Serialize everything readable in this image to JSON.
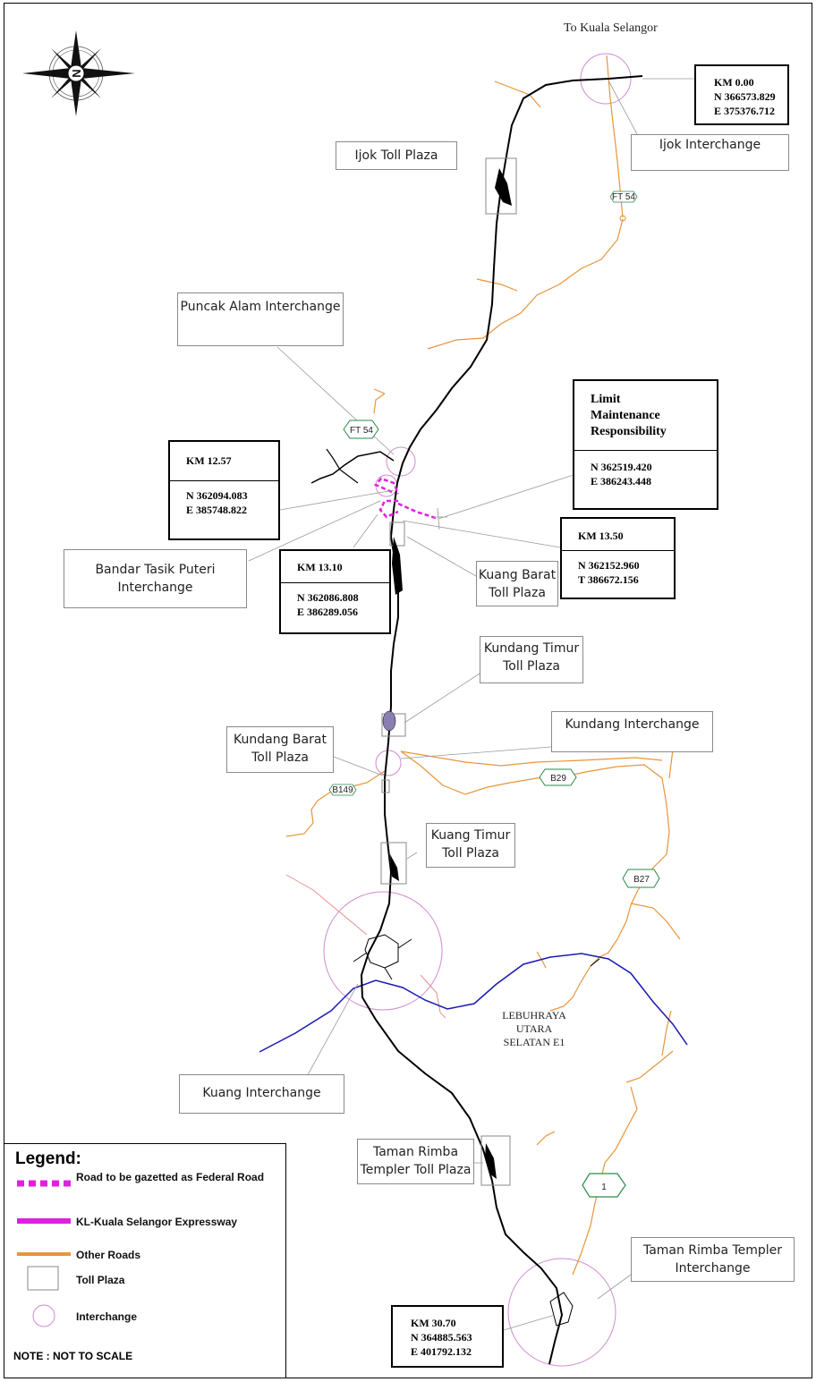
{
  "top_label": "To Kuala Selangor",
  "routes": {
    "ft54_upper": "FT 54",
    "ft54_lower": "FT 54",
    "b149": "B149",
    "b29": "B29",
    "b27": "B27",
    "route1": "1"
  },
  "callouts": {
    "ijok_toll": "Ijok Toll Plaza",
    "ijok_interchange": "Ijok Interchange",
    "puncak_alam": "Puncak Alam Interchange",
    "bandar_tasik_puteri_1": "Bandar Tasik Puteri",
    "bandar_tasik_puteri_2": "Interchange",
    "kuang_barat_1": "Kuang Barat",
    "kuang_barat_2": "Toll Plaza",
    "kundang_timur_1": "Kundang Timur",
    "kundang_timur_2": "Toll Plaza",
    "kundang_interchange": "Kundang Interchange",
    "kundang_barat_1": "Kundang Barat",
    "kundang_barat_2": "Toll Plaza",
    "kuang_timur_1": "Kuang Timur",
    "kuang_timur_2": "Toll Plaza",
    "kuang_interchange": "Kuang Interchange",
    "taman_rimba_toll_1": "Taman Rimba",
    "taman_rimba_toll_2": "Templer Toll Plaza",
    "taman_rimba_int_1": "Taman Rimba Templer",
    "taman_rimba_int_2": "Interchange"
  },
  "km_boxes": {
    "km0": {
      "km": "KM 0.00",
      "n": "N 366573.829",
      "e": "E 375376.712"
    },
    "limit": {
      "title1": "Limit",
      "title2": "Maintenance",
      "title3": "Responsibility",
      "n": "N 362519.420",
      "e": "E 386243.448"
    },
    "km1257": {
      "km": "KM 12.57",
      "n": "N 362094.083",
      "e": "E 385748.822"
    },
    "km1310": {
      "km": "KM 13.10",
      "n": "N 362086.808",
      "e": "E 386289.056"
    },
    "km1350": {
      "km": "KM 13.50",
      "n": "N 362152.960",
      "e": "T 386672.156"
    },
    "km3070": {
      "km": "KM 30.70",
      "n": "N 364885.563",
      "e": "E 401792.132"
    }
  },
  "e1_label": {
    "line1": "LEBUHRAYA",
    "line2": "UTARA",
    "line3": "SELATAN E1"
  },
  "compass": {
    "letter": "N"
  },
  "legend": {
    "title": "Legend:",
    "items": [
      "Road to be gazetted as Federal Road",
      "KL-Kuala Selangor Expressway",
      "Other Roads",
      "Toll Plaza",
      "Interchange"
    ],
    "note": "NOTE : NOT TO SCALE"
  },
  "colors": {
    "expressway": "#000000",
    "other_roads": "#e8953a",
    "federal_gazette": "#e020e0",
    "e1": "#1a1ab0",
    "interchange_circle": "#d08bd0",
    "pink_road": "#e89090"
  }
}
